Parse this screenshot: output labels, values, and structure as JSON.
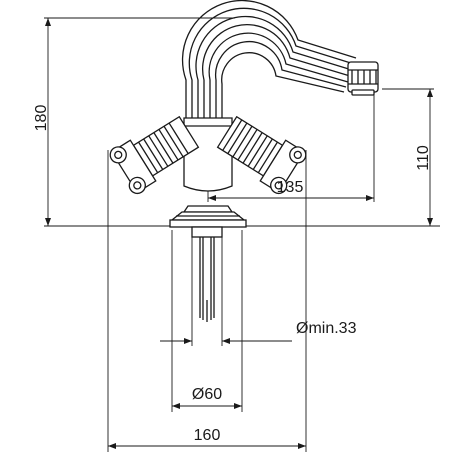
{
  "dimensions": {
    "overall_height": "180",
    "spout_height": "110",
    "spout_reach": "135",
    "hole_diameter": "Ømin.33",
    "base_diameter": "Ø60",
    "handle_span": "160"
  }
}
